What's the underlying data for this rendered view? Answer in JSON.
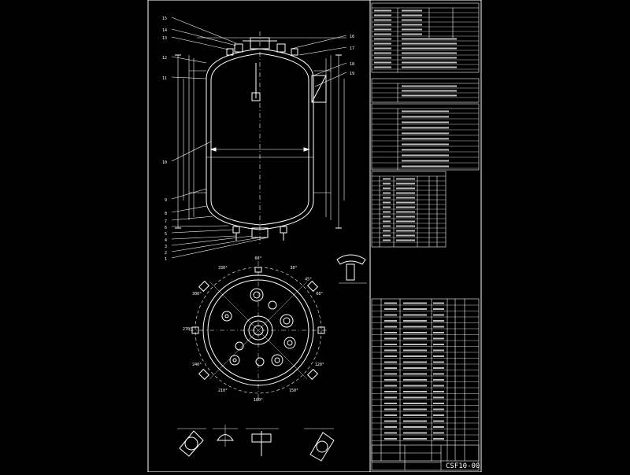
{
  "drawing": {
    "number": "CSF10-00",
    "background": "#000000",
    "line_color": "#ffffff",
    "callouts_left": [
      "15",
      "14",
      "13",
      "12",
      "11",
      "10",
      "9",
      "8",
      "7",
      "6",
      "5",
      "4",
      "3",
      "2",
      "1"
    ],
    "callouts_right": [
      "16",
      "17",
      "18",
      "19"
    ],
    "plan_angles": [
      "30°",
      "60°",
      "120°",
      "150°",
      "180°",
      "210°",
      "240°",
      "270°",
      "300°",
      "330°",
      "60°",
      "45°"
    ]
  }
}
